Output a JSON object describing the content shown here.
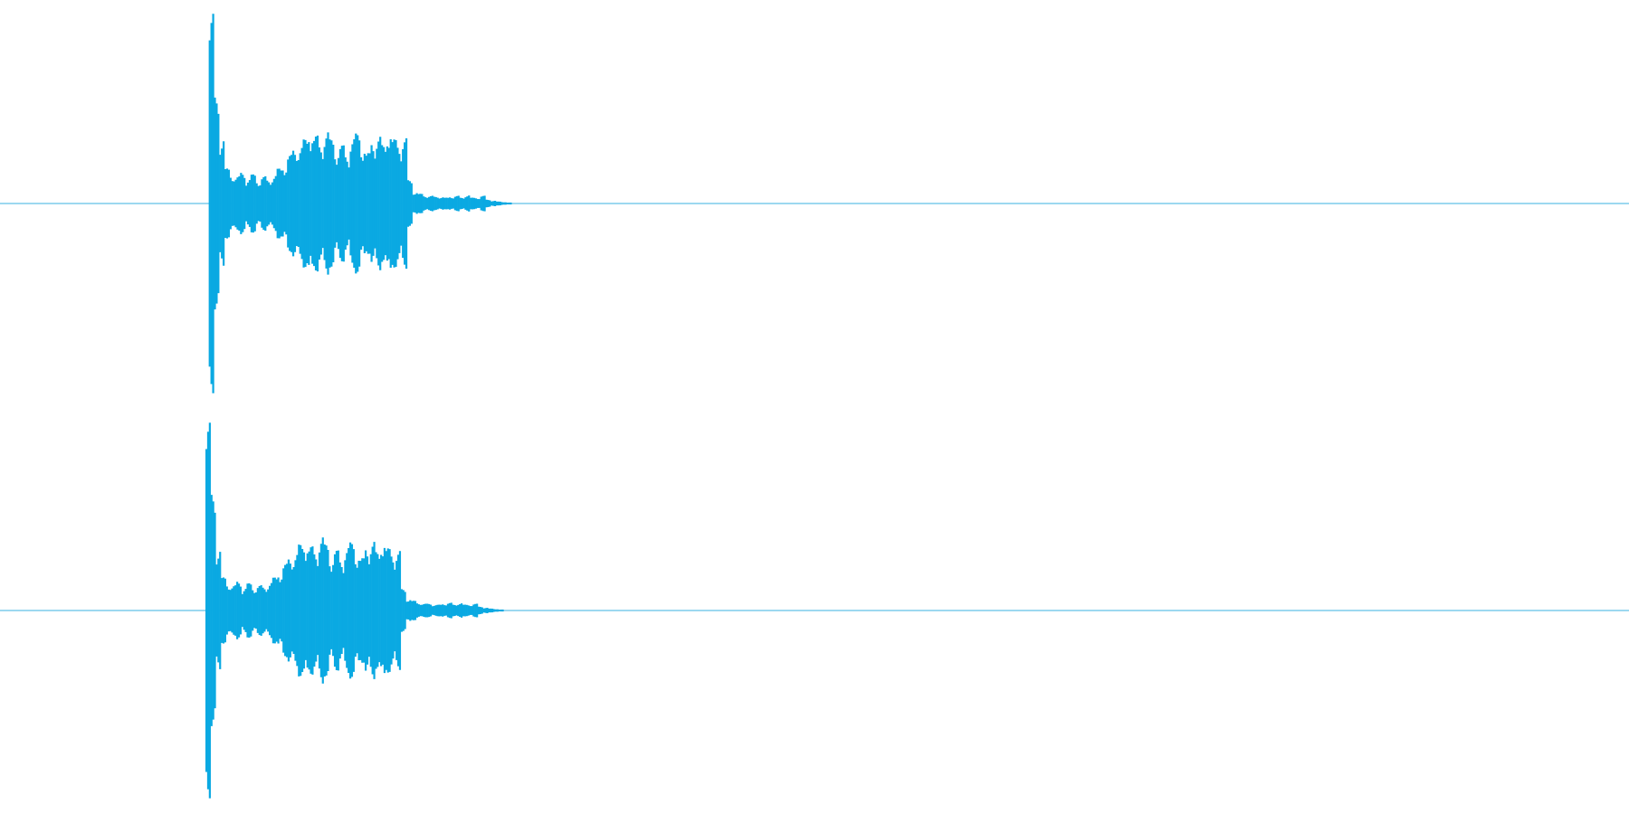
{
  "waveform": {
    "color": "#0aa9e2",
    "baseline_color": "#38b2e0",
    "channels": [
      {
        "id": "channel-1",
        "envelope": [
          0,
          0,
          0,
          0,
          0,
          0,
          0,
          0,
          0,
          0,
          0,
          0,
          0,
          0,
          0,
          0,
          0,
          0,
          0,
          0,
          0,
          0,
          0,
          0,
          0,
          0,
          0,
          0,
          0,
          0,
          0,
          0,
          0,
          0,
          0,
          0,
          0,
          0,
          0,
          0,
          0.98,
          0.55,
          0.35,
          0.18,
          0.15,
          0.14,
          0.16,
          0.13,
          0.15,
          0.12,
          0.14,
          0.12,
          0.15,
          0.18,
          0.2,
          0.25,
          0.28,
          0.3,
          0.33,
          0.38,
          0.35,
          0.3,
          0.38,
          0.33,
          0.28,
          0.3,
          0.25,
          0.34,
          0.36,
          0.3,
          0.26,
          0.32,
          0.35,
          0.3,
          0.38,
          0.33,
          0.31,
          0.34,
          0.12,
          0.06,
          0.05,
          0.04,
          0.04,
          0.035,
          0.035,
          0.03,
          0.035,
          0.04,
          0.03,
          0.045,
          0.03,
          0.03,
          0.04,
          0.02,
          0.015,
          0.01,
          0.008,
          0.005,
          0,
          0,
          0,
          0,
          0,
          0,
          0,
          0,
          0,
          0,
          0,
          0,
          0,
          0,
          0,
          0,
          0,
          0,
          0,
          0,
          0,
          0,
          0,
          0,
          0,
          0,
          0,
          0,
          0,
          0,
          0,
          0,
          0,
          0,
          0,
          0,
          0,
          0,
          0,
          0,
          0,
          0,
          0,
          0,
          0,
          0,
          0,
          0,
          0,
          0,
          0,
          0,
          0,
          0,
          0,
          0,
          0,
          0,
          0,
          0,
          0,
          0,
          0,
          0,
          0,
          0,
          0,
          0,
          0,
          0,
          0,
          0,
          0,
          0,
          0,
          0,
          0,
          0,
          0,
          0,
          0,
          0,
          0,
          0,
          0,
          0,
          0,
          0,
          0,
          0,
          0,
          0,
          0,
          0,
          0,
          0,
          0,
          0,
          0,
          0,
          0,
          0,
          0,
          0,
          0,
          0,
          0,
          0,
          0,
          0,
          0,
          0,
          0,
          0,
          0,
          0,
          0,
          0,
          0,
          0,
          0,
          0,
          0,
          0,
          0,
          0,
          0,
          0,
          0,
          0,
          0,
          0,
          0,
          0,
          0,
          0,
          0,
          0,
          0,
          0,
          0,
          0,
          0,
          0,
          0,
          0,
          0,
          0,
          0,
          0,
          0,
          0,
          0,
          0,
          0,
          0,
          0,
          0,
          0,
          0,
          0,
          0,
          0,
          0,
          0,
          0,
          0,
          0,
          0,
          0,
          0,
          0,
          0,
          0,
          0,
          0,
          0,
          0,
          0,
          0,
          0,
          0,
          0,
          0,
          0,
          0,
          0,
          0,
          0,
          0,
          0,
          0,
          0,
          0,
          0,
          0,
          0,
          0,
          0,
          0,
          0,
          0,
          0,
          0,
          0,
          0,
          0,
          0,
          0,
          0,
          0,
          0,
          0,
          0
        ]
      },
      {
        "id": "channel-2",
        "envelope": [
          0,
          0,
          0,
          0,
          0,
          0,
          0,
          0,
          0,
          0,
          0,
          0,
          0,
          0,
          0,
          0,
          0,
          0,
          0,
          0,
          0,
          0,
          0,
          0,
          0,
          0,
          0,
          0,
          0,
          0,
          0,
          0,
          0,
          0,
          0,
          0,
          0,
          0,
          0,
          0,
          0.97,
          0.6,
          0.33,
          0.17,
          0.14,
          0.13,
          0.15,
          0.12,
          0.14,
          0.12,
          0.13,
          0.12,
          0.15,
          0.17,
          0.2,
          0.24,
          0.27,
          0.3,
          0.34,
          0.36,
          0.33,
          0.3,
          0.39,
          0.34,
          0.28,
          0.31,
          0.26,
          0.33,
          0.35,
          0.3,
          0.27,
          0.33,
          0.36,
          0.3,
          0.37,
          0.32,
          0.3,
          0.31,
          0.11,
          0.06,
          0.05,
          0.04,
          0.035,
          0.035,
          0.03,
          0.03,
          0.035,
          0.04,
          0.03,
          0.04,
          0.03,
          0.03,
          0.035,
          0.02,
          0.015,
          0.01,
          0.008,
          0.005,
          0,
          0,
          0,
          0,
          0,
          0,
          0,
          0,
          0,
          0,
          0,
          0,
          0,
          0,
          0,
          0,
          0,
          0,
          0,
          0,
          0,
          0,
          0,
          0,
          0,
          0,
          0,
          0,
          0,
          0,
          0,
          0,
          0,
          0,
          0,
          0,
          0,
          0,
          0,
          0,
          0,
          0,
          0,
          0,
          0,
          0,
          0,
          0,
          0,
          0,
          0,
          0,
          0,
          0,
          0,
          0,
          0,
          0,
          0,
          0,
          0,
          0,
          0,
          0,
          0,
          0,
          0,
          0,
          0,
          0,
          0,
          0,
          0,
          0,
          0,
          0,
          0,
          0,
          0,
          0,
          0,
          0,
          0,
          0,
          0,
          0,
          0,
          0,
          0,
          0,
          0,
          0,
          0,
          0,
          0,
          0,
          0,
          0,
          0,
          0,
          0,
          0,
          0,
          0,
          0,
          0,
          0,
          0,
          0,
          0,
          0,
          0,
          0,
          0,
          0,
          0,
          0,
          0,
          0,
          0,
          0,
          0,
          0,
          0,
          0,
          0,
          0,
          0,
          0,
          0,
          0,
          0,
          0,
          0,
          0,
          0,
          0,
          0,
          0,
          0,
          0,
          0,
          0,
          0,
          0,
          0,
          0,
          0,
          0,
          0,
          0,
          0,
          0,
          0,
          0,
          0,
          0,
          0,
          0,
          0,
          0,
          0,
          0,
          0,
          0,
          0,
          0,
          0,
          0,
          0,
          0,
          0,
          0,
          0,
          0,
          0,
          0,
          0,
          0,
          0,
          0,
          0,
          0,
          0,
          0,
          0,
          0,
          0,
          0,
          0,
          0,
          0,
          0,
          0,
          0,
          0,
          0,
          0,
          0,
          0,
          0,
          0,
          0,
          0,
          0,
          0,
          0,
          0,
          0,
          0,
          0,
          0,
          0,
          0,
          0,
          0,
          0,
          0,
          0
        ]
      }
    ]
  }
}
